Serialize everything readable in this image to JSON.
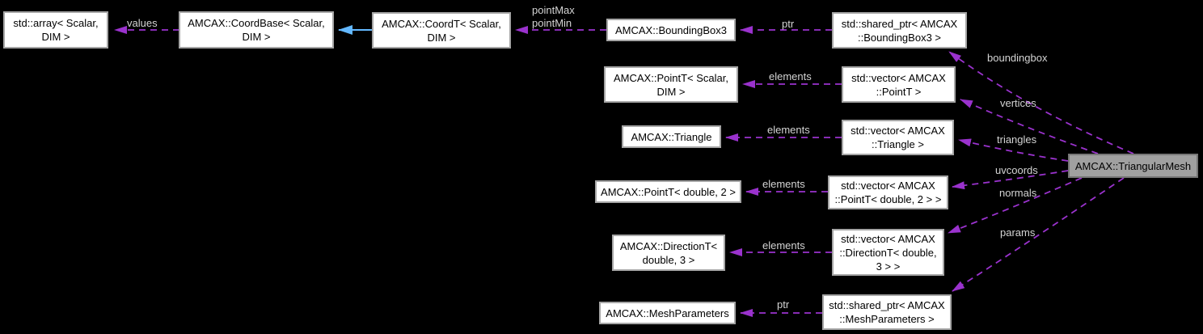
{
  "diagram_title": "AMCAX::TriangularMesh collaboration graph",
  "colors": {
    "background": "#000000",
    "usage_edge": "#9a32cd",
    "inheritance_edge": "#63b8ff",
    "node_fill": "#ffffff",
    "node_border": "#a6a6a6",
    "main_node_fill": "#a0a0a0",
    "main_node_border": "#767676",
    "edge_label": "#d4d4d4"
  },
  "nodes": {
    "std_array": {
      "label": "std::array< Scalar,\nDIM >"
    },
    "coordbase": {
      "label": "AMCAX::CoordBase< Scalar,\nDIM >"
    },
    "coordt": {
      "label": "AMCAX::CoordT< Scalar,\nDIM >"
    },
    "boundingbox3": {
      "label": "AMCAX::BoundingBox3"
    },
    "sp_boundingbox3": {
      "label": "std::shared_ptr< AMCAX\n::BoundingBox3 >"
    },
    "pointt_scalar": {
      "label": "AMCAX::PointT< Scalar,\nDIM >"
    },
    "vec_pointt": {
      "label": "std::vector< AMCAX\n::PointT >"
    },
    "triangle": {
      "label": "AMCAX::Triangle"
    },
    "vec_triangle": {
      "label": "std::vector< AMCAX\n::Triangle >"
    },
    "pointt_double2": {
      "label": "AMCAX::PointT< double, 2 >"
    },
    "vec_pointt_double2": {
      "label": "std::vector< AMCAX\n::PointT< double, 2 > >"
    },
    "directiont": {
      "label": "AMCAX::DirectionT<\ndouble, 3 >"
    },
    "vec_directiont": {
      "label": "std::vector< AMCAX\n::DirectionT< double,\n3 > >"
    },
    "meshparameters": {
      "label": "AMCAX::MeshParameters"
    },
    "sp_meshparameters": {
      "label": "std::shared_ptr< AMCAX\n::MeshParameters >"
    },
    "triangularmesh": {
      "label": "AMCAX::TriangularMesh"
    }
  },
  "labels": {
    "values": "values",
    "pointmax_pointmin": "pointMax\npointMin",
    "ptr_top": "ptr",
    "elements_vertices": "elements",
    "elements_triangles": "elements",
    "elements_uvcoords": "elements",
    "elements_normals": "elements",
    "ptr_bottom": "ptr",
    "boundingbox": "boundingbox",
    "vertices": "vertices",
    "triangles": "triangles",
    "uvcoords": "uvcoords",
    "normals": "normals",
    "params": "params"
  }
}
